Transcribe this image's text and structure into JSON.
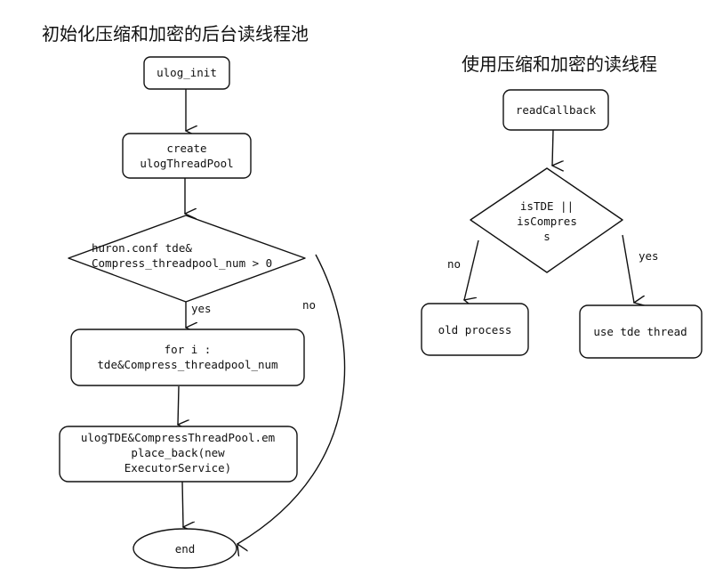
{
  "left_chart": {
    "title": "初始化压缩和加密的后台读线程池",
    "nodes": {
      "init": [
        "ulog_init"
      ],
      "create": [
        "create",
        "ulogThreadPool"
      ],
      "decision": [
        "huron.conf tde&",
        "Compress_threadpool_num > 0"
      ],
      "loop": [
        "for i :",
        "tde&Compress_threadpool_num"
      ],
      "emplace": [
        "ulogTDE&CompressThreadPool.em",
        "place_back(new",
        "ExecutorService)"
      ],
      "end": [
        "end"
      ]
    },
    "edge_labels": {
      "yes": "yes",
      "no": "no"
    }
  },
  "right_chart": {
    "title": "使用压缩和加密的读线程",
    "nodes": {
      "read": [
        "readCallback"
      ],
      "decision": [
        "isTDE ||",
        "isCompres",
        "s"
      ],
      "old": [
        "old process"
      ],
      "use": [
        "use tde thread"
      ]
    },
    "edge_labels": {
      "no": "no",
      "yes": "yes"
    }
  }
}
